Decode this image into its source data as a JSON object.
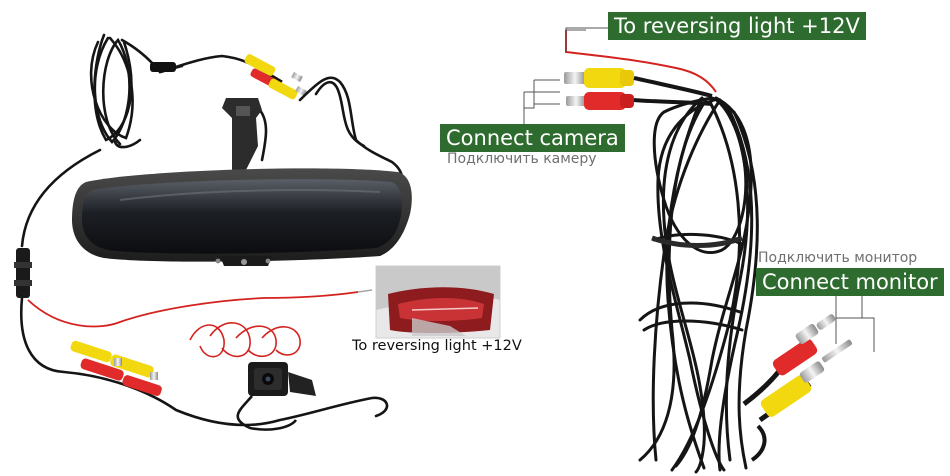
{
  "labels": {
    "reversing_light_top": "To reversing light +12V",
    "connect_camera": "Connect camera",
    "connect_camera_ru": "Подключить камеру",
    "connect_monitor_ru": "Подключить монитор",
    "connect_monitor": "Connect monitor",
    "reversing_light_inset": "To reversing light +12V"
  },
  "colors": {
    "label_background": "#2e6b2e",
    "cable_black": "#151515",
    "wire_red": "#d4231f",
    "rca_yellow": "#f2d80f",
    "rca_red": "#e12a2a",
    "mirror_body": "#2a2a2a"
  }
}
